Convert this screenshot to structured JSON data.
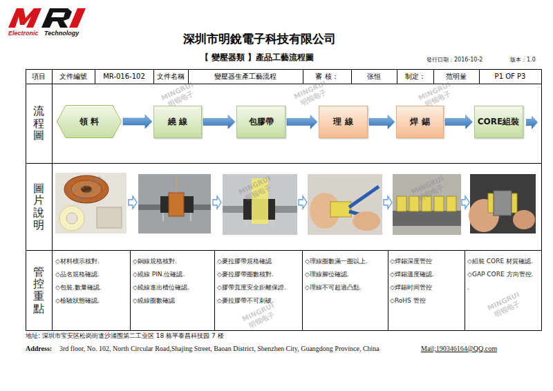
{
  "diagram": {
    "title": "深圳市明銳電子科技有限公司",
    "nodes": [
      {
        "text": [
          "領 料"
        ]
      },
      {
        "text": [
          "繞 線"
        ]
      },
      {
        "text": [
          "包膠帶"
        ]
      },
      {
        "text": [
          "理 線"
        ]
      },
      {
        "text": [
          "焊 錫"
        ]
      },
      {
        "text": [
          "CORE組裝"
        ]
      }
    ],
    "edges": [
      {
        "from": 0,
        "to": 1,
        "arrow": "to"
      },
      {
        "from": 1,
        "to": 2,
        "arrow": "to"
      },
      {
        "from": 2,
        "to": 3,
        "arrow": "to"
      },
      {
        "from": 3,
        "to": 4,
        "arrow": "to"
      },
      {
        "from": 4,
        "to": 5,
        "arrow": "to"
      }
    ],
    "labels": [
      "Electronic",
      "Technology",
      "【 變壓器類 】產品工藝流程圖",
      "發行日期：2016-10-2",
      "版本：1.0",
      "項目",
      "文件編號",
      "MR-016-102",
      "文件名稱",
      "變壓器生產工藝流程",
      "審 核：",
      "张恒",
      "制定：",
      "范明量",
      "P1 OF P3",
      "流程圖",
      "圖片說明",
      "管控重點",
      "◇材料標示核對.",
      "◇品名規格確認.",
      "◇包裝.數量確認.",
      "◇檢驗狀態確認.",
      "◇銅線規格核對.",
      "◇繞線 PIN.位確認.",
      "◇繞線進出槽位確認.",
      "◇繞線圈數確認",
      "◇麥拉膠帶規格確認",
      "◇麥拉膠帶圈數核對.",
      "◇膠帶寬度安全距離保證.",
      "◇麥拉膠帶不可刺破.",
      "◇理線圈數滿一圈以上.",
      "◇理線腳位確認.",
      "◇理線不可超過凸點.",
      "◇焊錫深度管控",
      "◇焊錫溫度確認.",
      "◇焊錫时间管控",
      "◇RoHS 管控",
      "◇組裝 CORE 材質確認.",
      "◇GAP CORE 方向管控.",
      ".",
      "地址: 深圳市宝安区松岗街道沙浦围第二工业区 18 栋平泰昌科技园 7 楼",
      "Address:",
      "3rd floor, No. 102, North Circular Road,Shajing Street, Baoan District, Shenzhen City, Guangdong Province, China",
      "Mail;190346164@QQ.com",
      "MINGRUI 明锐电子",
      "MINGRUI 明锐电子",
      "MINGRUI 明锐电子",
      "MINGRUI 明锐电子",
      "MINGRUI 明锐电子",
      "MINGRUI 明锐电子",
      "MINGRUI 明锐电子",
      "MINGRUI 明锐电子"
    ]
  }
}
